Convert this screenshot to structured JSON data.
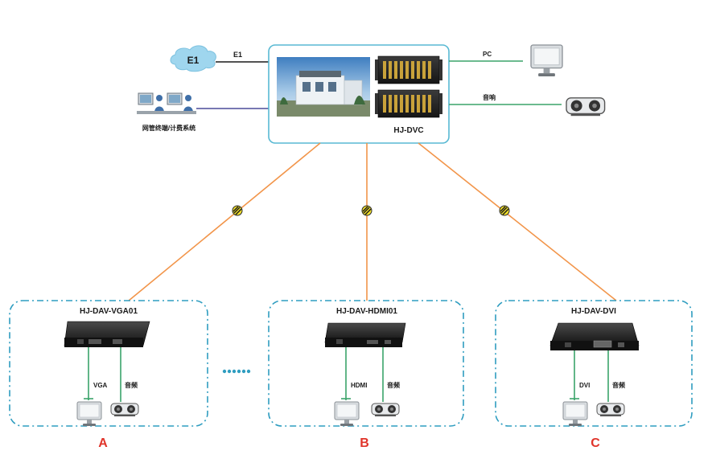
{
  "center": {
    "label": "HJ-DVC"
  },
  "network": {
    "cloud_label": "E1",
    "link_label": "E1",
    "terminal_label": "网管终端/计费系统",
    "pc_label": "PC",
    "speaker_label": "音响"
  },
  "nodes": [
    {
      "id": "a",
      "title": "HJ-DAV-VGA01",
      "video_label": "VGA",
      "audio_label": "音频",
      "letter": "A"
    },
    {
      "id": "b",
      "title": "HJ-DAV-HDMI01",
      "video_label": "HDMI",
      "audio_label": "音频",
      "letter": "B"
    },
    {
      "id": "c",
      "title": "HJ-DAV-DVI",
      "video_label": "DVI",
      "audio_label": "音频",
      "letter": "C"
    }
  ],
  "colors": {
    "box_border": "#58b9d3",
    "dashed_border": "#2f9dc0",
    "fiber": "#f2954a",
    "green_line": "#3aa46a",
    "black_line": "#1a1a1a",
    "purple_line": "#4b4c9a",
    "letter": "#e0342a",
    "cloud": "#9fd6ee"
  },
  "icons": [
    "cloud-icon",
    "terminal-icon",
    "photo-icon",
    "rack-icon",
    "monitor-icon",
    "speaker-icon",
    "device-icon",
    "fiber-connector-icon",
    "ellipsis-icon"
  ]
}
